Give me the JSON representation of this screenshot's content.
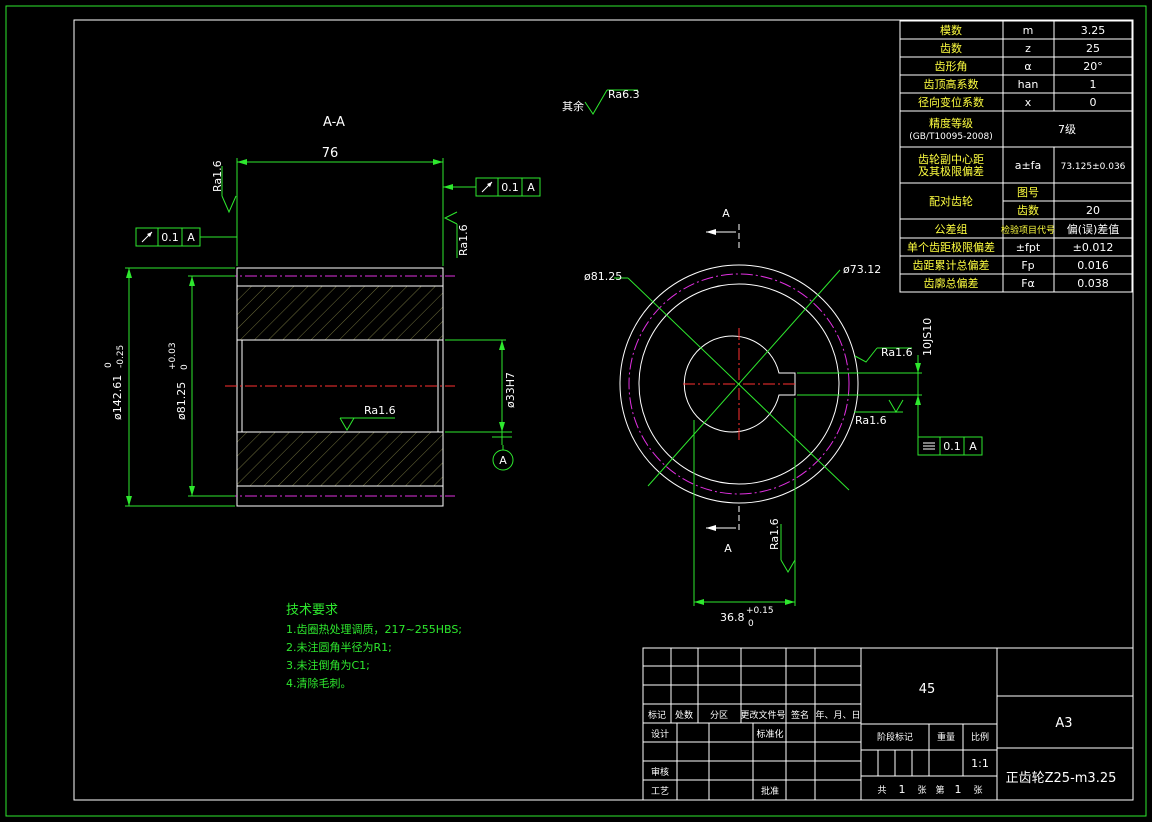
{
  "section_label": "A-A",
  "roughness_other": {
    "prefix": "其余",
    "value": "Ra6.3"
  },
  "dims": {
    "width": "76",
    "od_main": "ø142.61",
    "od_tol_upper": "0",
    "od_tol_lower": "-0.25",
    "pitch_main": "ø81.25",
    "pitch_tol_upper": "+0.03",
    "pitch_tol_lower": "0",
    "bore": "ø33H7",
    "keyway_depth_main": "36.8",
    "keyway_depth_upper": "+0.15",
    "keyway_depth_lower": "0",
    "keyway_width": "10JS10",
    "circle_left": "ø81.25",
    "circle_right": "ø73.12"
  },
  "roughness": [
    "Ra1.6",
    "Ra1.6",
    "Ra1.6",
    "Ra1.6",
    "Ra1.6",
    "Ra1.6"
  ],
  "tolerance_frames": [
    {
      "value": "0.1",
      "datum": "A"
    },
    {
      "value": "0.1",
      "datum": "A"
    },
    {
      "value": "0.1",
      "datum": "A"
    }
  ],
  "datum_label": "A",
  "view_labels": [
    "A",
    "A"
  ],
  "gear_params": {
    "rows": [
      {
        "name": "模数",
        "symbol": "m",
        "value": "3.25"
      },
      {
        "name": "齿数",
        "symbol": "z",
        "value": "25"
      },
      {
        "name": "齿形角",
        "symbol": "α",
        "value": "20°"
      },
      {
        "name": "齿顶高系数",
        "symbol": "han",
        "value": "1"
      },
      {
        "name": "径向变位系数",
        "symbol": "x",
        "value": "0"
      }
    ],
    "accuracy_name_1": "精度等级",
    "accuracy_name_2": "(GB/T10095-2008)",
    "accuracy_value": "7级",
    "center_name_1": "齿轮副中心距",
    "center_name_2": "及其极限偏差",
    "center_symbol": "a±fa",
    "center_value": "73.125±0.036",
    "mating_name": "配对齿轮",
    "mating_drawing_label": "图号",
    "mating_drawing_value": "",
    "mating_teeth_label": "齿数",
    "mating_teeth_value": "20",
    "group_name": "公差组",
    "group_symbol": "检验项目代号",
    "group_value": "偏(误)差值",
    "dev_rows": [
      {
        "name": "单个齿距极限偏差",
        "symbol": "±fpt",
        "value": "±0.012"
      },
      {
        "name": "齿距累计总偏差",
        "symbol": "Fp",
        "value": "0.016"
      },
      {
        "name": "齿廓总偏差",
        "symbol": "Fα",
        "value": "0.038"
      }
    ]
  },
  "tech": {
    "title": "技术要求",
    "items": [
      "1.齿圈热处理调质，217~255HBS;",
      "2.未注圆角半径为R1;",
      "3.未注倒角为C1;",
      "4.清除毛刺。"
    ]
  },
  "title_block": {
    "material": "45",
    "paper_size": "A3",
    "part_name": "正齿轮Z25-m3.25",
    "scale_value": "1:1",
    "row_headers": [
      "标记",
      "处数",
      "分区",
      "更改文件号",
      "签名",
      "年、月、日"
    ],
    "design": "设计",
    "standard": "标准化",
    "review": "审核",
    "process": "工艺",
    "approve": "批准",
    "stage_mark": "阶段标记",
    "weight": "重量",
    "scale": "比例",
    "total_prefix": "共",
    "total": "1",
    "sheet_unit": "张",
    "sheet_prefix": "第",
    "sheet": "1",
    "sheet_unit2": "张"
  }
}
